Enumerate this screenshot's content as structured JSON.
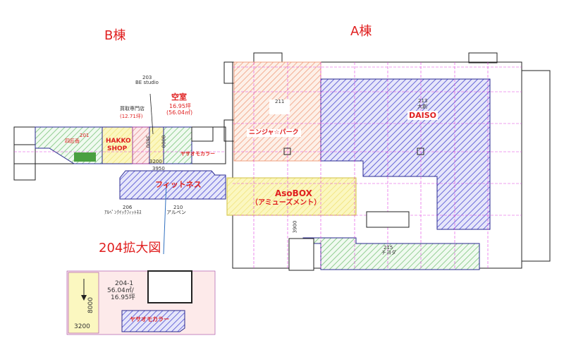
{
  "buildings": {
    "b": "B棟",
    "a": "A棟"
  },
  "enlarged_title": "204拡大図",
  "vacancy": {
    "title": "空室",
    "tsubo": "16.95坪",
    "sqm": "(56.04㎡)"
  },
  "units": {
    "u203": {
      "number": "203",
      "name": "BE studio"
    },
    "u201": {
      "number": "201",
      "name": "四匠香"
    },
    "hakko": {
      "line1": "HAKKO",
      "line2": "SHOP"
    },
    "pending": {
      "name": "買取専門店",
      "size": "(12.71坪)"
    },
    "yasao": "ヤサオモカラー",
    "fitness": "フィットネス",
    "u206": {
      "number": "206",
      "name": "ｱﾙﾍﾟﾝｸｲｯｸﾌｨｯﾄﾈｽ"
    },
    "u210": {
      "number": "210",
      "name": "アルペン"
    },
    "u211": {
      "number": "211"
    },
    "ninja": "ニンジャ☆パーク",
    "u213": {
      "number": "213",
      "name": "大創"
    },
    "daiso": "DAISO",
    "asobox": {
      "line1": "AsoBOX",
      "line2": "（アミューズメント）"
    },
    "u215": {
      "number": "215",
      "name": "チヨダ"
    }
  },
  "dimensions": {
    "d3200": "3200",
    "d3950": "3950",
    "d8000": "8000",
    "d3600": "3600",
    "d3900": "3900"
  },
  "inset": {
    "unit": "204-1",
    "sqm": "56.04㎡/",
    "tsubo": "16.95坪",
    "width": "3200",
    "depth": "8000",
    "tenant": "ヤサオモカラー"
  },
  "colors": {
    "red": "#e02020",
    "blue_hatch": "#4a4ad0",
    "green_hatch": "#7cc47c",
    "orange_hatch": "#f0a080",
    "yellow": "#fbf7c0",
    "grid": "#e040e0"
  }
}
